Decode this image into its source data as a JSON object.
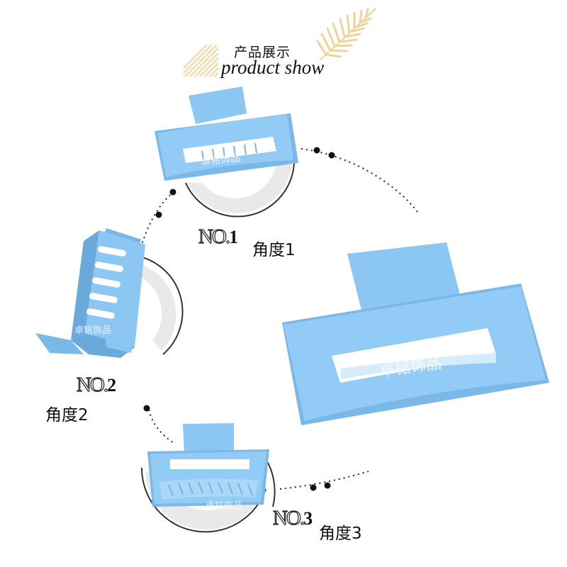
{
  "header": {
    "title_cn": "产品展示",
    "title_en": "product show"
  },
  "views": [
    {
      "number_prefix": "NO.",
      "number": "1",
      "angle_label": "角度1"
    },
    {
      "number_prefix": "NO.",
      "number": "2",
      "angle_label": "角度2"
    },
    {
      "number_prefix": "NO.",
      "number": "3",
      "angle_label": "角度3"
    }
  ],
  "watermark": "卓铭饰品",
  "colors": {
    "product_blue": "#8cc6f2",
    "product_shadow": "#6aa9dc",
    "leaf_gold": "#eed9a2",
    "dots": "#111111"
  }
}
